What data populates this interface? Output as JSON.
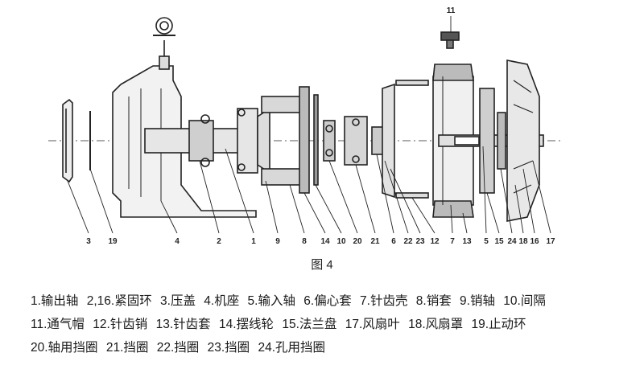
{
  "figure": {
    "callouts": [
      "3",
      "19",
      "4",
      "2",
      "1",
      "9",
      "8",
      "14",
      "10",
      "20",
      "21",
      "6",
      "22",
      "23",
      "12",
      "7",
      "13",
      "5",
      "15",
      "24",
      "18",
      "16",
      "17",
      "11"
    ],
    "caption": "图 4",
    "legend_lines": [
      [
        "1.输出轴",
        "2,16.紧固环",
        "3.压盖",
        "4.机座",
        "5.输入轴",
        "6.偏心套",
        "7.针齿壳",
        "8.销套",
        "9.销轴",
        "10.间隔"
      ],
      [
        "11.通气帽",
        "12.针齿销",
        "13.针齿套",
        "14.摆线轮",
        "15.法兰盘",
        "17.风扇叶",
        "18.风扇罩",
        "19.止动环"
      ],
      [
        "20.轴用挡圈",
        "21.挡圈",
        "22.挡圈",
        "23.挡圈",
        "24.孔用挡圈"
      ]
    ]
  }
}
